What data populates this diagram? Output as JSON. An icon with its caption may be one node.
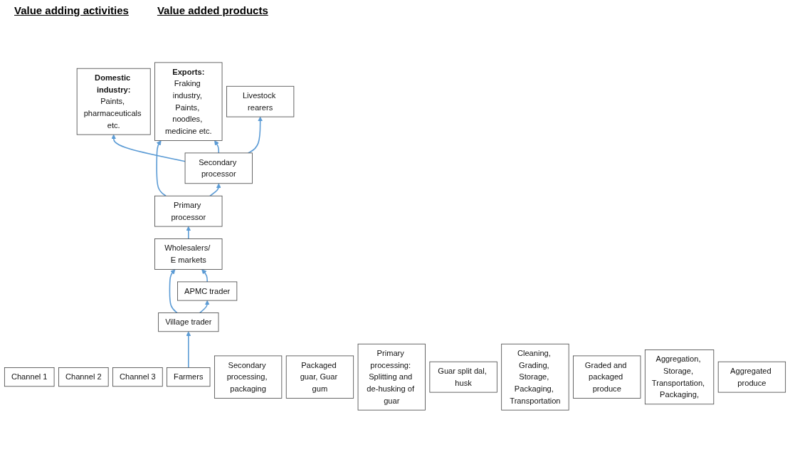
{
  "diagram": {
    "nodes": [
      {
        "text": [
          "Channel 1"
        ]
      },
      {
        "text": [
          "Channel 2"
        ]
      },
      {
        "text": [
          "Channel 3"
        ]
      },
      {
        "text": [
          "Domestic industry:",
          "Paints, pharmaceuticals etc."
        ]
      },
      {
        "text": [
          "Exports:",
          "Fraking industry, Paints, noodles, medicine etc."
        ]
      },
      {
        "text": [
          "Livestock rearers"
        ]
      },
      {
        "text": [
          "Secondary processor"
        ]
      },
      {
        "text": [
          "Primary processor"
        ]
      },
      {
        "text": [
          "Wholesalers/ E markets"
        ]
      },
      {
        "text": [
          "APMC trader"
        ]
      },
      {
        "text": [
          "Village trader"
        ]
      },
      {
        "text": [
          "Farmers"
        ]
      },
      {
        "text": [
          "Secondary processing, packaging"
        ]
      },
      {
        "text": [
          "Packaged guar, Guar gum"
        ]
      },
      {
        "text": [
          "Primary processing: Splitting and de-husking of guar"
        ]
      },
      {
        "text": [
          "Guar split dal, husk"
        ]
      },
      {
        "text": [
          "Cleaning, Grading, Storage, Packaging, Transportation"
        ]
      },
      {
        "text": [
          "Graded and packaged produce"
        ]
      },
      {
        "text": [
          "Aggregation, Storage, Transportation, Packaging,"
        ]
      },
      {
        "text": [
          "Aggregated produce"
        ]
      }
    ],
    "edges": [
      {
        "from": 11,
        "to": 10,
        "arrow": "to"
      },
      {
        "from": 10,
        "to": 9,
        "arrow": "to"
      },
      {
        "from": 10,
        "to": 8,
        "arrow": "to"
      },
      {
        "from": 9,
        "to": 8,
        "arrow": "to"
      },
      {
        "from": 8,
        "to": 7,
        "arrow": "to"
      },
      {
        "from": 7,
        "to": 6,
        "arrow": "to"
      },
      {
        "from": 7,
        "to": 4,
        "arrow": "to"
      },
      {
        "from": 6,
        "to": 3,
        "arrow": "to"
      },
      {
        "from": 6,
        "to": 4,
        "arrow": "to"
      },
      {
        "from": 6,
        "to": 5,
        "arrow": "to"
      }
    ],
    "labels": [
      "Value adding activities",
      "Value added products"
    ]
  }
}
